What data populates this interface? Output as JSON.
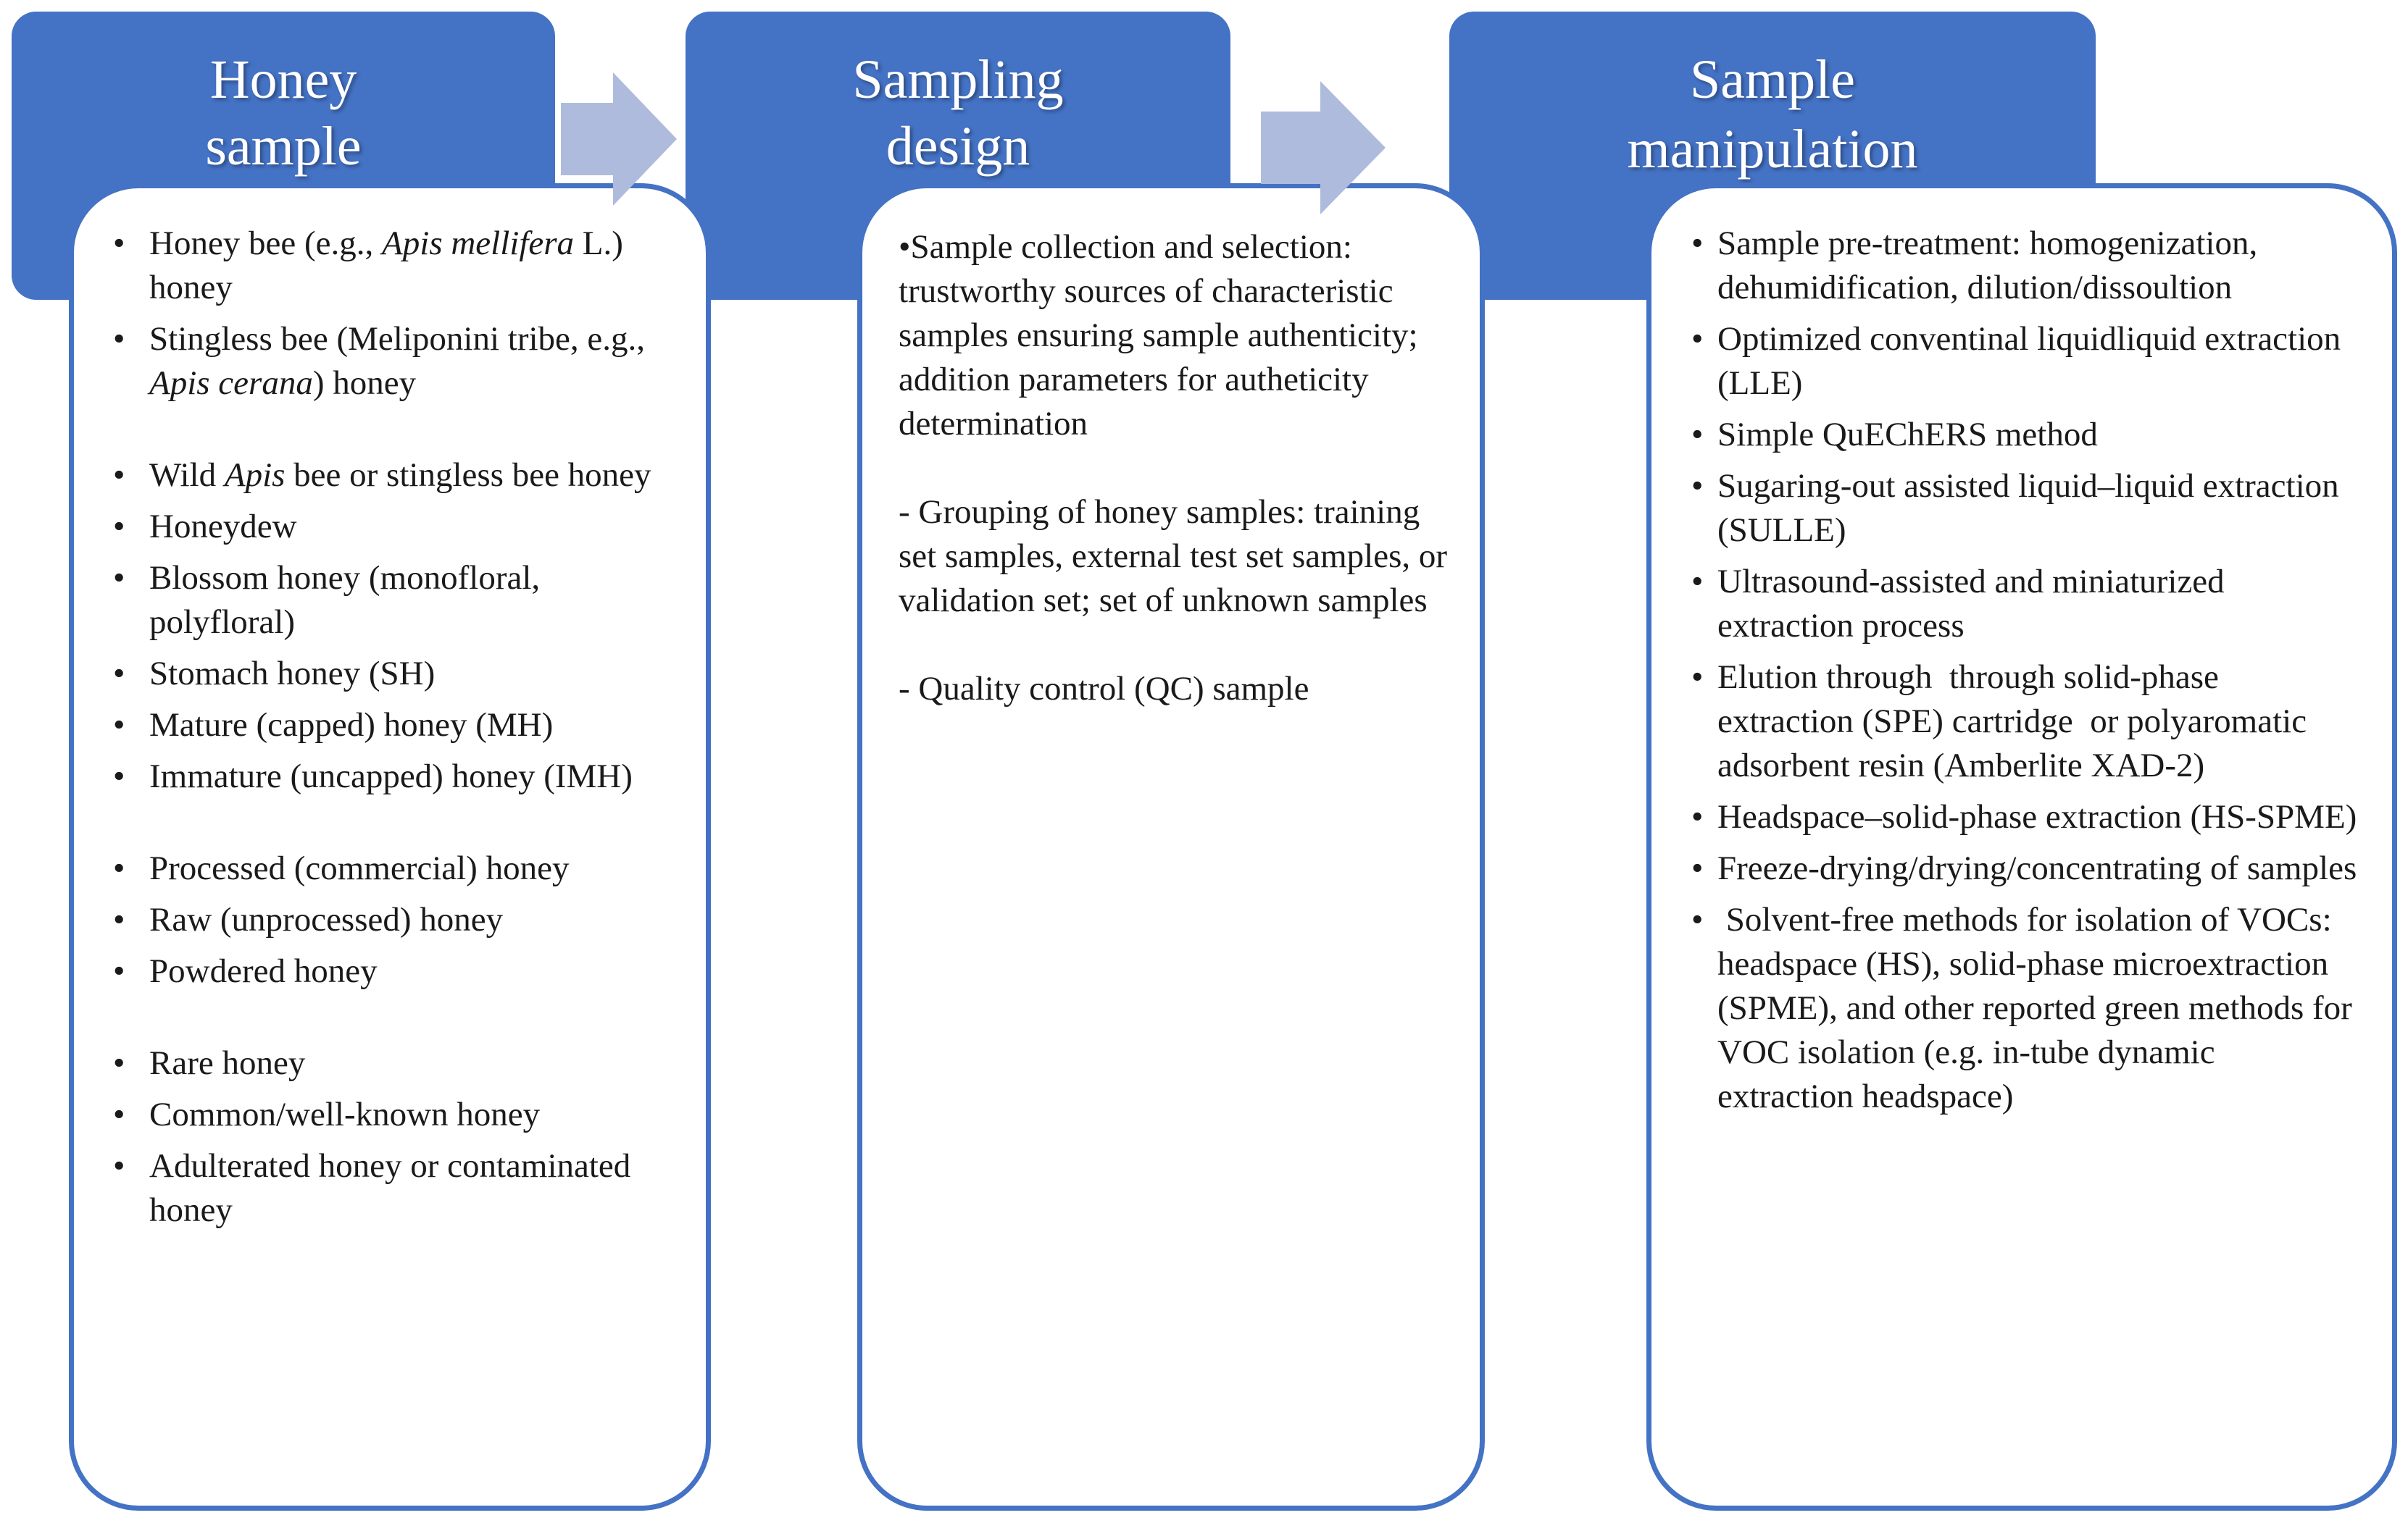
{
  "columns": [
    {
      "title_line1": "Honey",
      "title_line2": "sample",
      "items": [
        {
          "segs": [
            {
              "t": "Honey bee (e.g., "
            },
            {
              "t": "Apis mellifera",
              "i": true
            },
            {
              "t": " L.) honey"
            }
          ]
        },
        {
          "segs": [
            {
              "t": "Stingless bee (Meliponini tribe, e.g., "
            },
            {
              "t": "Apis cerana",
              "i": true
            },
            {
              "t": ") honey"
            }
          ]
        },
        {
          "segs": [
            {
              "t": "Wild "
            },
            {
              "t": "Apis",
              "i": true
            },
            {
              "t": " bee or stingless bee honey"
            }
          ],
          "gap": true
        },
        {
          "segs": [
            {
              "t": "Honeydew"
            }
          ]
        },
        {
          "segs": [
            {
              "t": "Blossom honey (monofloral, polyfloral)"
            }
          ]
        },
        {
          "segs": [
            {
              "t": "Stomach honey (SH)"
            }
          ]
        },
        {
          "segs": [
            {
              "t": "Mature (capped) honey (MH)"
            }
          ]
        },
        {
          "segs": [
            {
              "t": "Immature (uncapped) honey (IMH)"
            }
          ]
        },
        {
          "segs": [
            {
              "t": "Processed (commercial) honey"
            }
          ],
          "gap": true
        },
        {
          "segs": [
            {
              "t": "Raw (unprocessed) honey"
            }
          ]
        },
        {
          "segs": [
            {
              "t": "Powdered honey"
            }
          ]
        },
        {
          "segs": [
            {
              "t": "Rare honey"
            }
          ],
          "gap": true
        },
        {
          "segs": [
            {
              "t": "Common/well-known honey"
            }
          ]
        },
        {
          "segs": [
            {
              "t": "Adulterated honey or contaminated honey"
            }
          ]
        }
      ]
    },
    {
      "title_line1": "Sampling",
      "title_line2": "design",
      "paragraphs": [
        "•Sample collection and selection: trustworthy sources of characteristic samples ensuring sample authenticity; addition parameters for autheticity determination",
        "- Grouping of honey samples: training set samples, external test set samples, or validation set; set of unknown samples",
        "- Quality control (QC) sample"
      ]
    },
    {
      "title_line1": "Sample",
      "title_line2": "manipulation",
      "items": [
        "Sample pre-treatment: homogenization, dehumidification, dilution/dissoultion",
        "Optimized conventinal liquidliquid extraction (LLE)",
        "Simple QuEChERS method",
        "Sugaring-out assisted liquid–liquid extraction (SULLE)",
        "Ultrasound-assisted and miniaturized extraction process",
        "Elution through  through solid-phase extraction (SPE) cartridge  or polyaromatic adsorbent resin (Amberlite XAD-2)",
        "Headspace–solid-phase extraction (HS-SPME)",
        "Freeze-drying/drying/concentrating of samples",
        " Solvent-free methods for isolation of VOCs: headspace (HS), solid-phase microextraction (SPME), and other reported green methods for VOC isolation (e.g. in-tube dynamic extraction headspace)"
      ]
    }
  ],
  "bullet_char": "•"
}
